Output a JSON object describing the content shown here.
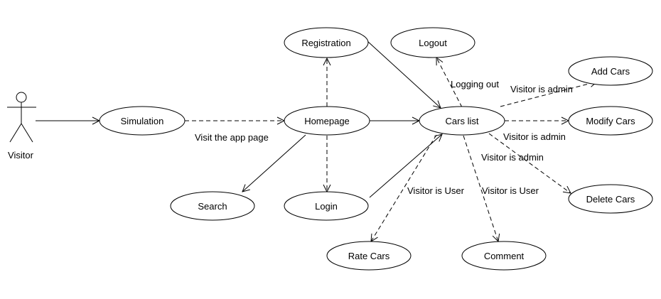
{
  "actor": {
    "label": "Visitor",
    "icon": "stick-figure-icon"
  },
  "use_cases": {
    "simulation": "Simulation",
    "homepage": "Homepage",
    "registration": "Registration",
    "logout": "Logout",
    "cars_list": "Cars list",
    "search": "Search",
    "login": "Login",
    "rate_cars": "Rate Cars",
    "comment": "Comment",
    "add_cars": "Add Cars",
    "modify_cars": "Modify Cars",
    "delete_cars": "Delete Cars"
  },
  "edge_labels": {
    "visit_app_page": "Visit the app page",
    "logging_out": "Logging out",
    "admin_add": "Visitor is admin",
    "admin_modify": "Visitor is admin",
    "admin_delete": "Visitor is admin",
    "user_rate": "Visitor is User",
    "user_comment": "Visitor is User"
  },
  "colors": {
    "stroke": "#000000",
    "background": "#ffffff"
  }
}
